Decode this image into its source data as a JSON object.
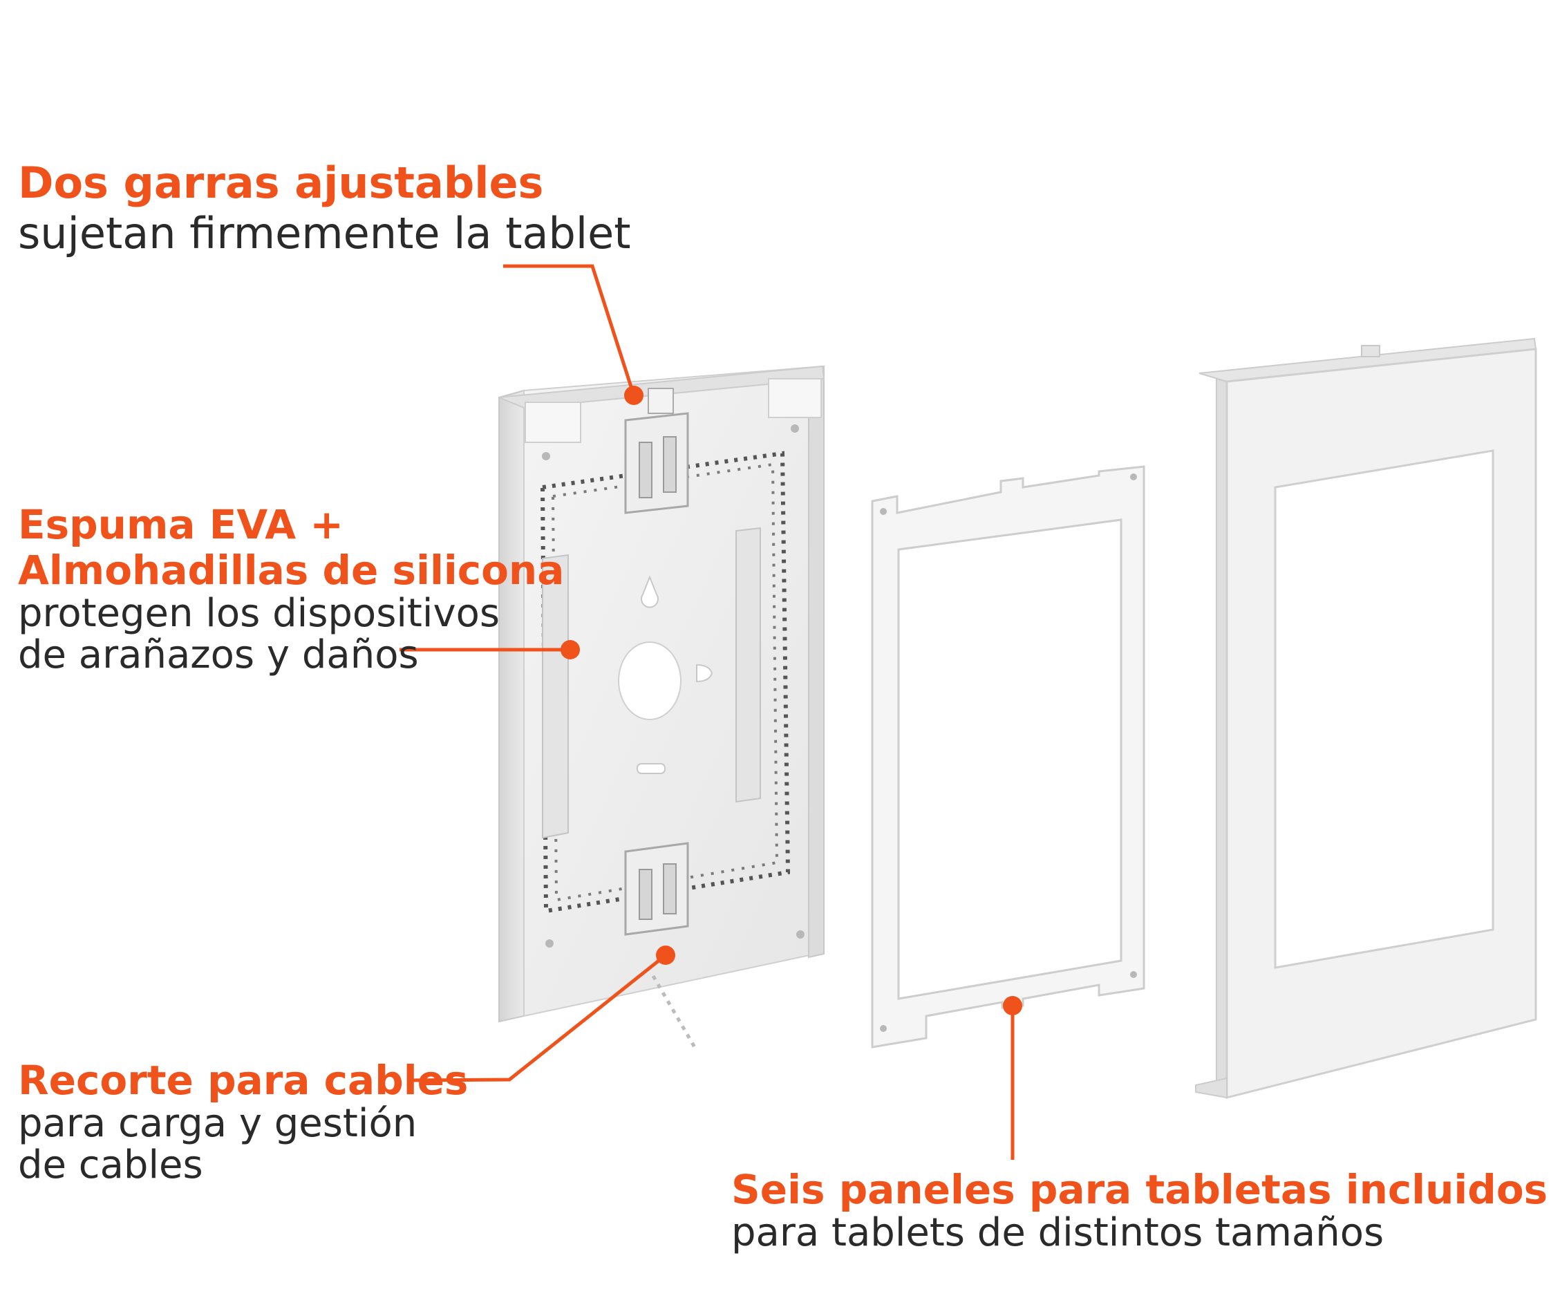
{
  "colors": {
    "accent": "#f0521b",
    "text": "#2a2a2a",
    "housing": "#ececec",
    "panel": "#f4f4f4"
  },
  "callouts": {
    "claws": {
      "title": "Dos garras ajustables",
      "text": "sujetan firmemente la tablet"
    },
    "foam": {
      "title_line1": "Espuma EVA +",
      "title_line2": "Almohadillas de silicona",
      "text_line1": "protegen los dispositivos",
      "text_line2": "de arañazos y daños"
    },
    "cable": {
      "title": "Recorte para cables",
      "text_line1": "para carga y gestión",
      "text_line2": "de cables"
    },
    "panels": {
      "title": "Seis paneles para tabletas incluidos",
      "text": "para tablets de distintos tamaños"
    }
  },
  "parts": {
    "back_plate": "back-plate-housing",
    "adapter_panel": "adapter-panel-frame",
    "front_cover": "front-cover-frame"
  }
}
